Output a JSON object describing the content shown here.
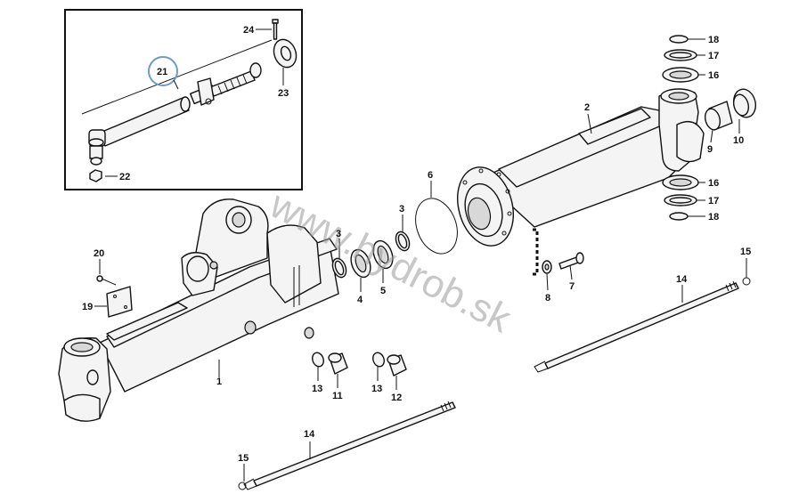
{
  "diagram": {
    "watermark": "www.hydrob.sk",
    "highlight_color": "#6a9ccc",
    "callouts": {
      "c1": "1",
      "c2": "2",
      "c3a": "3",
      "c3b": "3",
      "c4": "4",
      "c5": "5",
      "c6": "6",
      "c7": "7",
      "c8": "8",
      "c9": "9",
      "c10": "10",
      "c11": "11",
      "c12": "12",
      "c13a": "13",
      "c13b": "13",
      "c14a": "14",
      "c14b": "14",
      "c15a": "15",
      "c15b": "15",
      "c16a": "16",
      "c16b": "16",
      "c17a": "17",
      "c17b": "17",
      "c18a": "18",
      "c18b": "18",
      "c19": "19",
      "c20": "20",
      "c21": "21",
      "c22": "22",
      "c23": "23",
      "c24": "24"
    }
  }
}
